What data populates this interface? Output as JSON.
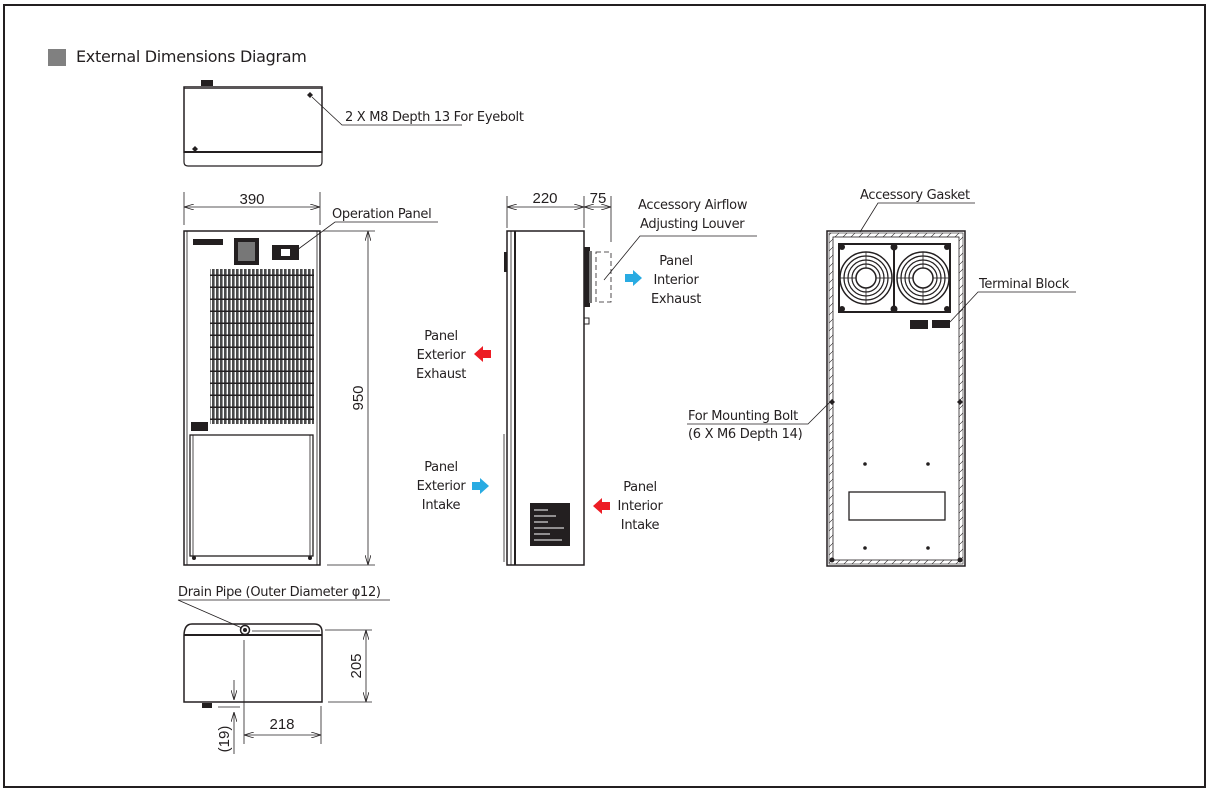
{
  "title": "External Dimensions Diagram",
  "top_view": {
    "callout": "2 X M8 Depth 13 For Eyebolt"
  },
  "front_view": {
    "width_dim": "390",
    "height_dim": "950",
    "callout_operation_panel": "Operation Panel"
  },
  "bottom_view": {
    "callout_drain": "Drain Pipe (Outer Diameter φ12)",
    "depth_dim": "205",
    "offset_dim": "218",
    "foot_dim": "(19)"
  },
  "side_view": {
    "depth_dim": "220",
    "louver_dim": "75",
    "callout_louver_line1": "Accessory Airflow",
    "callout_louver_line2": "Adjusting Louver",
    "airflows": [
      {
        "lines": [
          "Panel",
          "Interior",
          "Exhaust"
        ],
        "direction": "right",
        "color": "#29abe2"
      },
      {
        "lines": [
          "Panel",
          "Exterior",
          "Exhaust"
        ],
        "direction": "left",
        "color": "#ed1c24"
      },
      {
        "lines": [
          "Panel",
          "Exterior",
          "Intake"
        ],
        "direction": "right",
        "color": "#29abe2"
      },
      {
        "lines": [
          "Panel",
          "Interior",
          "Intake"
        ],
        "direction": "left",
        "color": "#ed1c24"
      }
    ]
  },
  "rear_view": {
    "callout_gasket": "Accessory Gasket",
    "callout_terminal": "Terminal Block",
    "callout_mount_line1": "For Mounting Bolt",
    "callout_mount_line2": "(6 X M6 Depth 14)"
  },
  "colors": {
    "cool_arrow": "#29abe2",
    "hot_arrow": "#ed1c24",
    "line": "#231f20",
    "title_square": "#808080"
  }
}
